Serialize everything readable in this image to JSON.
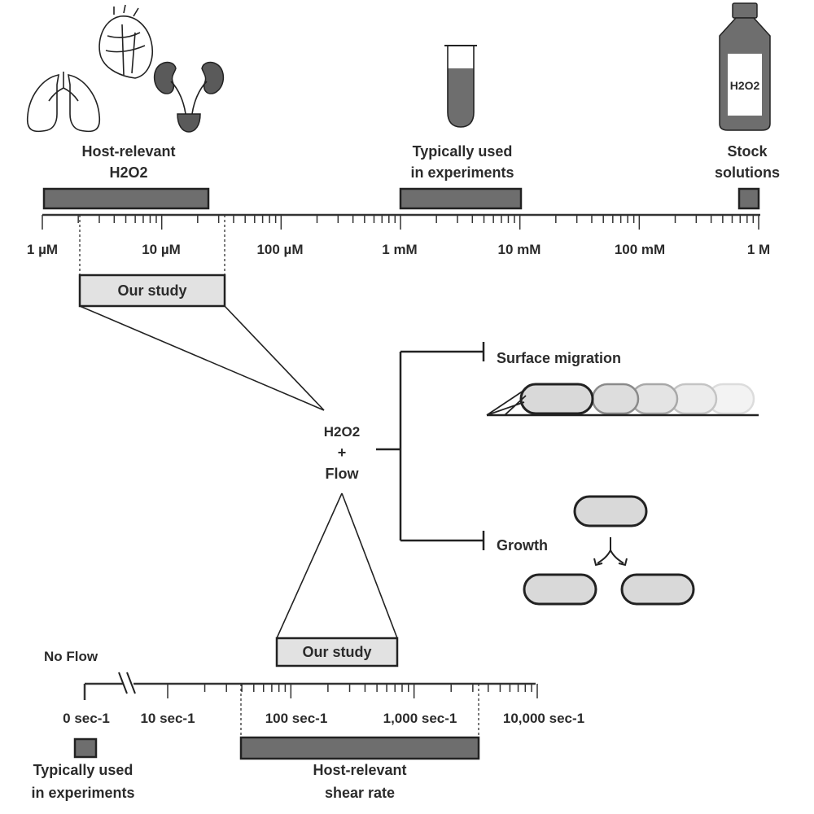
{
  "top": {
    "groups": {
      "host_relevant": [
        "Host-relevant",
        "H2O2"
      ],
      "typically_used": [
        "Typically used",
        "in experiments"
      ],
      "stock": [
        "Stock",
        "solutions"
      ]
    },
    "bottle_label": "H2O2",
    "axis_labels": [
      "1 µM",
      "10 µM",
      "100 µM",
      "1 mM",
      "10 mM",
      "100 mM",
      "1 M"
    ],
    "our_study": "Our study"
  },
  "center": {
    "label": [
      "H2O2",
      "+",
      "Flow"
    ]
  },
  "outcomes": {
    "surface_migration": "Surface migration",
    "growth": "Growth"
  },
  "bottom": {
    "no_flow": "No Flow",
    "axis_labels": [
      "0 sec-1",
      "10 sec-1",
      "100 sec-1",
      "1,000 sec-1",
      "10,000 sec-1"
    ],
    "our_study": "Our study",
    "typically_used": [
      "Typically used",
      "in experiments"
    ],
    "host_relevant": [
      "Host-relevant",
      "shear rate"
    ]
  },
  "colors": {
    "dark_bar": "#6e6e6e",
    "light_box": "#e2e2e2",
    "ink": "#222222"
  },
  "icon_names": [
    "lungs-icon",
    "heart-icon",
    "kidneys-icon",
    "test-tube-icon",
    "stock-bottle-icon",
    "bacterium-icon"
  ]
}
